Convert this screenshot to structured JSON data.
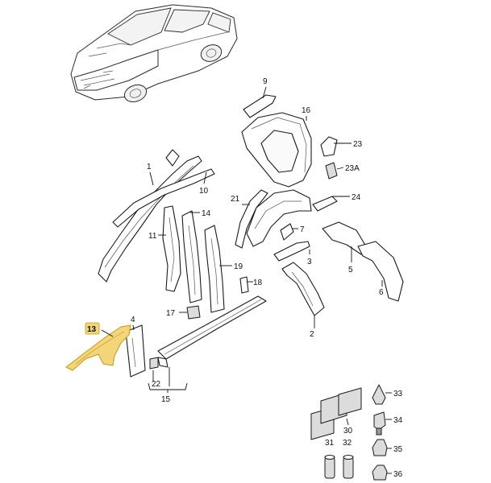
{
  "callouts": {
    "n1": "1",
    "n2": "2",
    "n3": "3",
    "n4": "4",
    "n5": "5",
    "n6": "6",
    "n7": "7",
    "n9": "9",
    "n10": "10",
    "n11": "11",
    "n13": "13",
    "n14": "14",
    "n15": "15",
    "n16": "16",
    "n17": "17",
    "n18": "18",
    "n19": "19",
    "n21": "21",
    "n22": "22",
    "n23": "23",
    "n23a": "23A",
    "n24": "24",
    "n30": "30",
    "n31": "31",
    "n32": "32",
    "n33": "33",
    "n34": "34",
    "n35": "35",
    "n36": "36"
  },
  "colors": {
    "highlight_fill": "#f3d57a",
    "highlight_stroke": "#c49a18",
    "callout_box": "#f3d57a"
  },
  "highlighted_part": "13"
}
